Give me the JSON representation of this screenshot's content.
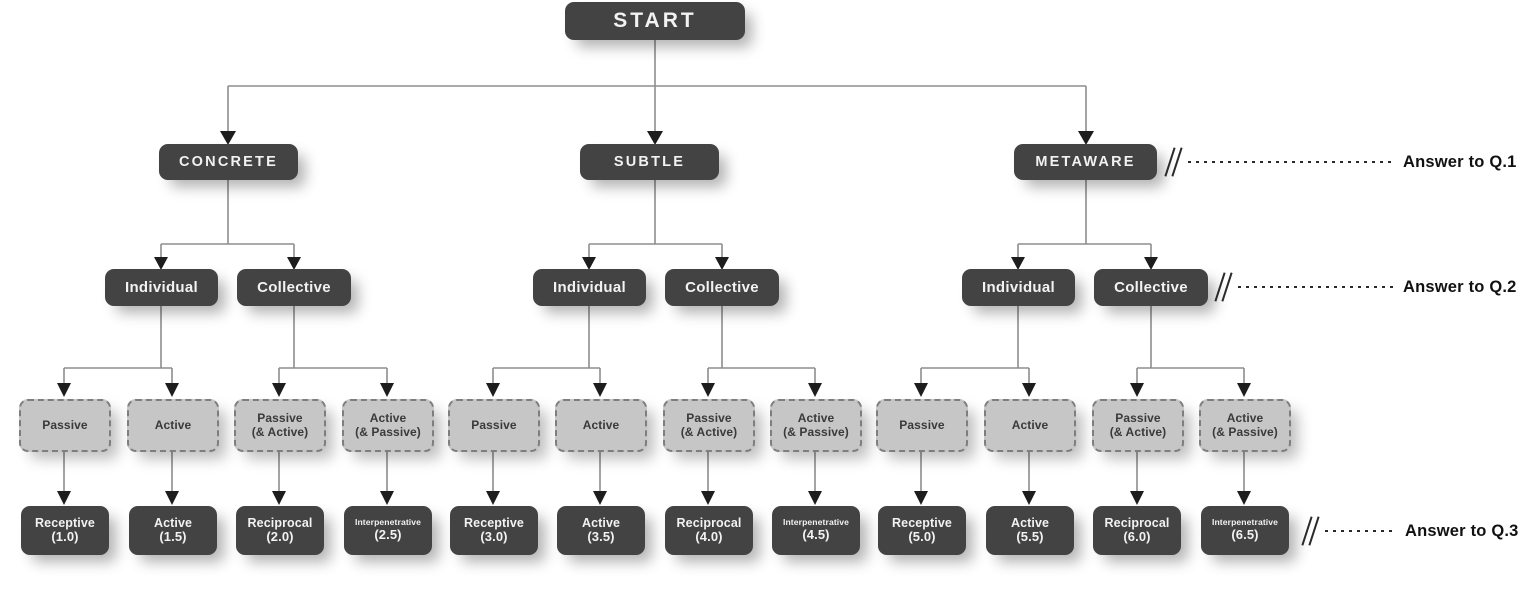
{
  "diagram": {
    "title": "START",
    "levels": {
      "root": {
        "label": "START"
      },
      "categories": [
        {
          "label": "CONCRETE"
        },
        {
          "label": "SUBTLE"
        },
        {
          "label": "METAWARE"
        }
      ],
      "groups": [
        {
          "label": "Individual"
        },
        {
          "label": "Collective"
        },
        {
          "label": "Individual"
        },
        {
          "label": "Collective"
        },
        {
          "label": "Individual"
        },
        {
          "label": "Collective"
        }
      ],
      "modes": [
        {
          "line1": "Passive",
          "line2": ""
        },
        {
          "line1": "Active",
          "line2": ""
        },
        {
          "line1": "Passive",
          "line2": "(& Active)"
        },
        {
          "line1": "Active",
          "line2": "(& Passive)"
        },
        {
          "line1": "Passive",
          "line2": ""
        },
        {
          "line1": "Active",
          "line2": ""
        },
        {
          "line1": "Passive",
          "line2": "(& Active)"
        },
        {
          "line1": "Active",
          "line2": "(& Passive)"
        },
        {
          "line1": "Passive",
          "line2": ""
        },
        {
          "line1": "Active",
          "line2": ""
        },
        {
          "line1": "Passive",
          "line2": "(& Active)"
        },
        {
          "line1": "Active",
          "line2": "(& Passive)"
        }
      ],
      "leaves": [
        {
          "name": "Receptive",
          "value": "(1.0)"
        },
        {
          "name": "Active",
          "value": "(1.5)"
        },
        {
          "name": "Reciprocal",
          "value": "(2.0)"
        },
        {
          "name": "Interpenetrative",
          "value": "(2.5)"
        },
        {
          "name": "Receptive",
          "value": "(3.0)"
        },
        {
          "name": "Active",
          "value": "(3.5)"
        },
        {
          "name": "Reciprocal",
          "value": "(4.0)"
        },
        {
          "name": "Interpenetrative",
          "value": "(4.5)"
        },
        {
          "name": "Receptive",
          "value": "(5.0)"
        },
        {
          "name": "Active",
          "value": "(5.5)"
        },
        {
          "name": "Reciprocal",
          "value": "(6.0)"
        },
        {
          "name": "Interpenetrative",
          "value": "(6.5)"
        }
      ]
    },
    "annotations": [
      {
        "text": "Answer to Q.1"
      },
      {
        "text": "Answer to Q.2"
      },
      {
        "text": "Answer to Q.3"
      }
    ],
    "colors": {
      "dark_box": "#434343",
      "dark_text": "#f2f2f2",
      "light_box": "#c6c6c6",
      "light_border": "#7e7e7e",
      "light_text": "#3a3a3a",
      "connector": "#8d8d8d",
      "arrow": "#1d1d1d",
      "background": "#ffffff"
    }
  }
}
